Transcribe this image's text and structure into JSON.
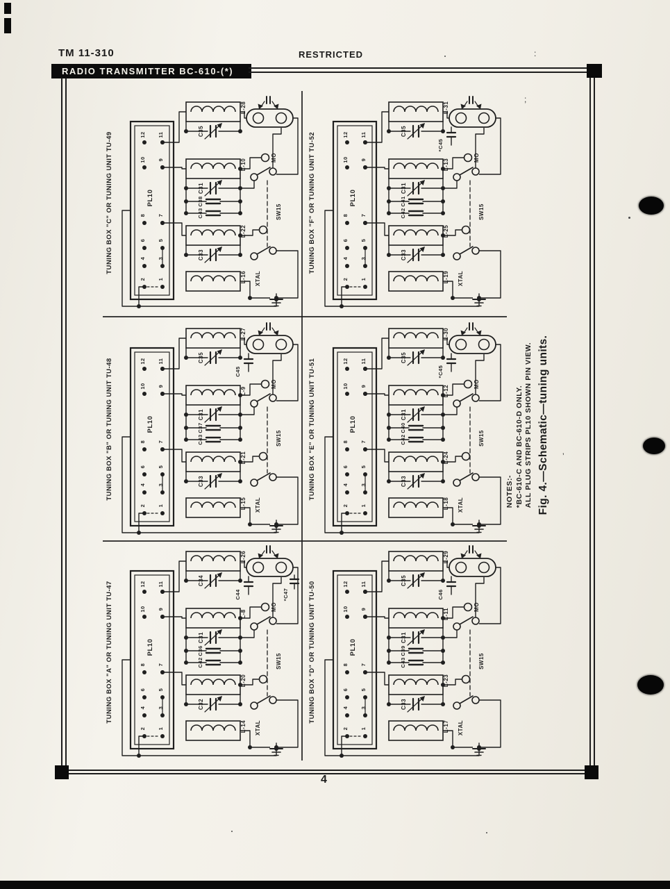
{
  "header": {
    "tm_number": "TM 11-310",
    "classification": "RESTRICTED",
    "title_bar": "RADIO TRANSMITTER BC-610-(*)"
  },
  "figure": {
    "caption": "Fig. 4.—Schematic—tuning units.",
    "notes": [
      "NOTES:-",
      "*BC-610-C AND BC-610-D ONLY.",
      "ALL PLUG STRIPS PL10 SHOWN PIN VIEW."
    ]
  },
  "footer": {
    "page_number": "4"
  },
  "colors": {
    "paper": "#f2efe7",
    "ink": "#1f1f1f"
  },
  "panels": [
    {
      "id": "tu-49",
      "title": "TUNING BOX \"C\" OR TUNING UNIT  TU-49",
      "plug_label": "PL10",
      "pins": [
        [
          "12",
          "11"
        ],
        [
          "10",
          "9"
        ],
        [
          "8",
          "7"
        ],
        [
          "6",
          "5"
        ],
        [
          "4",
          "3"
        ],
        [
          "2",
          "1"
        ]
      ],
      "coils": {
        "top": "L-28",
        "mid": "L-10",
        "low": "L-22",
        "out": "L-16"
      },
      "caps": {
        "top_var": "C35",
        "mid_var": "C31",
        "fixed1": "C38",
        "fixed2": "C43",
        "low_var": "C33",
        "xtal": ""
      },
      "labels": {
        "mo": "MO",
        "switch": "SW15",
        "xtal": "XTAL"
      }
    },
    {
      "id": "tu-52",
      "title": "TUNING BOX \"F\" OR TUNING UNIT  TU-52",
      "plug_label": "PL10",
      "pins": [
        [
          "12",
          "11"
        ],
        [
          "10",
          "9"
        ],
        [
          "8",
          "7"
        ],
        [
          "6",
          "5"
        ],
        [
          "4",
          "3"
        ],
        [
          "2",
          "1"
        ]
      ],
      "coils": {
        "top": "L-31",
        "mid": "L-13",
        "low": "L-25",
        "out": "L-19"
      },
      "caps": {
        "top_var": "C35",
        "mid_var": "C31",
        "fixed1": "C41",
        "fixed2": "C42",
        "low_var": "C33",
        "xtal": "*C45"
      },
      "labels": {
        "mo": "MO",
        "switch": "SW15",
        "xtal": "XTAL"
      }
    },
    {
      "id": "tu-48",
      "title": "TUNING BOX \"B\" OR TUNING UNIT  TU-48",
      "plug_label": "PL10",
      "pins": [
        [
          "12",
          "11"
        ],
        [
          "10",
          "9"
        ],
        [
          "8",
          "7"
        ],
        [
          "6",
          "5"
        ],
        [
          "4",
          "3"
        ],
        [
          "2",
          "1"
        ]
      ],
      "coils": {
        "top": "L-27",
        "mid": "L-9",
        "low": "L-21",
        "out": "L-15"
      },
      "caps": {
        "top_var": "C35",
        "mid_var": "C31",
        "fixed1": "C37",
        "fixed2": "C43",
        "low_var": "C33",
        "xtal": "C45"
      },
      "labels": {
        "mo": "MO",
        "switch": "SW15",
        "xtal": "XTAL"
      }
    },
    {
      "id": "tu-51",
      "title": "TUNING BOX \"E\" OR TUNING UNIT  TU-51",
      "plug_label": "PL10",
      "pins": [
        [
          "12",
          "11"
        ],
        [
          "10",
          "9"
        ],
        [
          "8",
          "7"
        ],
        [
          "6",
          "5"
        ],
        [
          "4",
          "3"
        ],
        [
          "2",
          "1"
        ]
      ],
      "coils": {
        "top": "L-30",
        "mid": "L-12",
        "low": "L-24",
        "out": "L-18"
      },
      "caps": {
        "top_var": "C35",
        "mid_var": "C31",
        "fixed1": "C40",
        "fixed2": "C42",
        "low_var": "C33",
        "xtal": "*C45"
      },
      "labels": {
        "mo": "MO",
        "switch": "SW15",
        "xtal": "XTAL"
      }
    },
    {
      "id": "tu-47",
      "title": "TUNING BOX \"A\" OR TUNING UNIT  TU-47",
      "plug_label": "PL10",
      "pins": [
        [
          "12",
          "11"
        ],
        [
          "10",
          "9"
        ],
        [
          "8",
          "7"
        ],
        [
          "6",
          "5"
        ],
        [
          "4",
          "3"
        ],
        [
          "2",
          "1"
        ]
      ],
      "coils": {
        "top": "L-26",
        "mid": "L-8",
        "low": "L-20",
        "out": "L-14"
      },
      "caps": {
        "top_var": "C34",
        "mid_var": "C31",
        "fixed1": "C36",
        "fixed2": "C42",
        "low_var": "C32",
        "xtal": "C44",
        "xtal2": "*C47"
      },
      "labels": {
        "mo": "MO",
        "switch": "SW15",
        "xtal": "XTAL"
      }
    },
    {
      "id": "tu-50",
      "title": "TUNING BOX \"D\" OR TUNING UNIT  TU-50",
      "plug_label": "PL10",
      "pins": [
        [
          "12",
          "11"
        ],
        [
          "10",
          "9"
        ],
        [
          "8",
          "7"
        ],
        [
          "6",
          "5"
        ],
        [
          "4",
          "3"
        ],
        [
          "2",
          "1"
        ]
      ],
      "coils": {
        "top": "L-29",
        "mid": "L-11",
        "low": "L-23",
        "out": "L-17"
      },
      "caps": {
        "top_var": "C35",
        "mid_var": "C31",
        "fixed1": "C39",
        "fixed2": "C43",
        "low_var": "C33",
        "xtal": "C46"
      },
      "labels": {
        "mo": "MO",
        "switch": "SW15",
        "xtal": "XTAL"
      }
    }
  ]
}
